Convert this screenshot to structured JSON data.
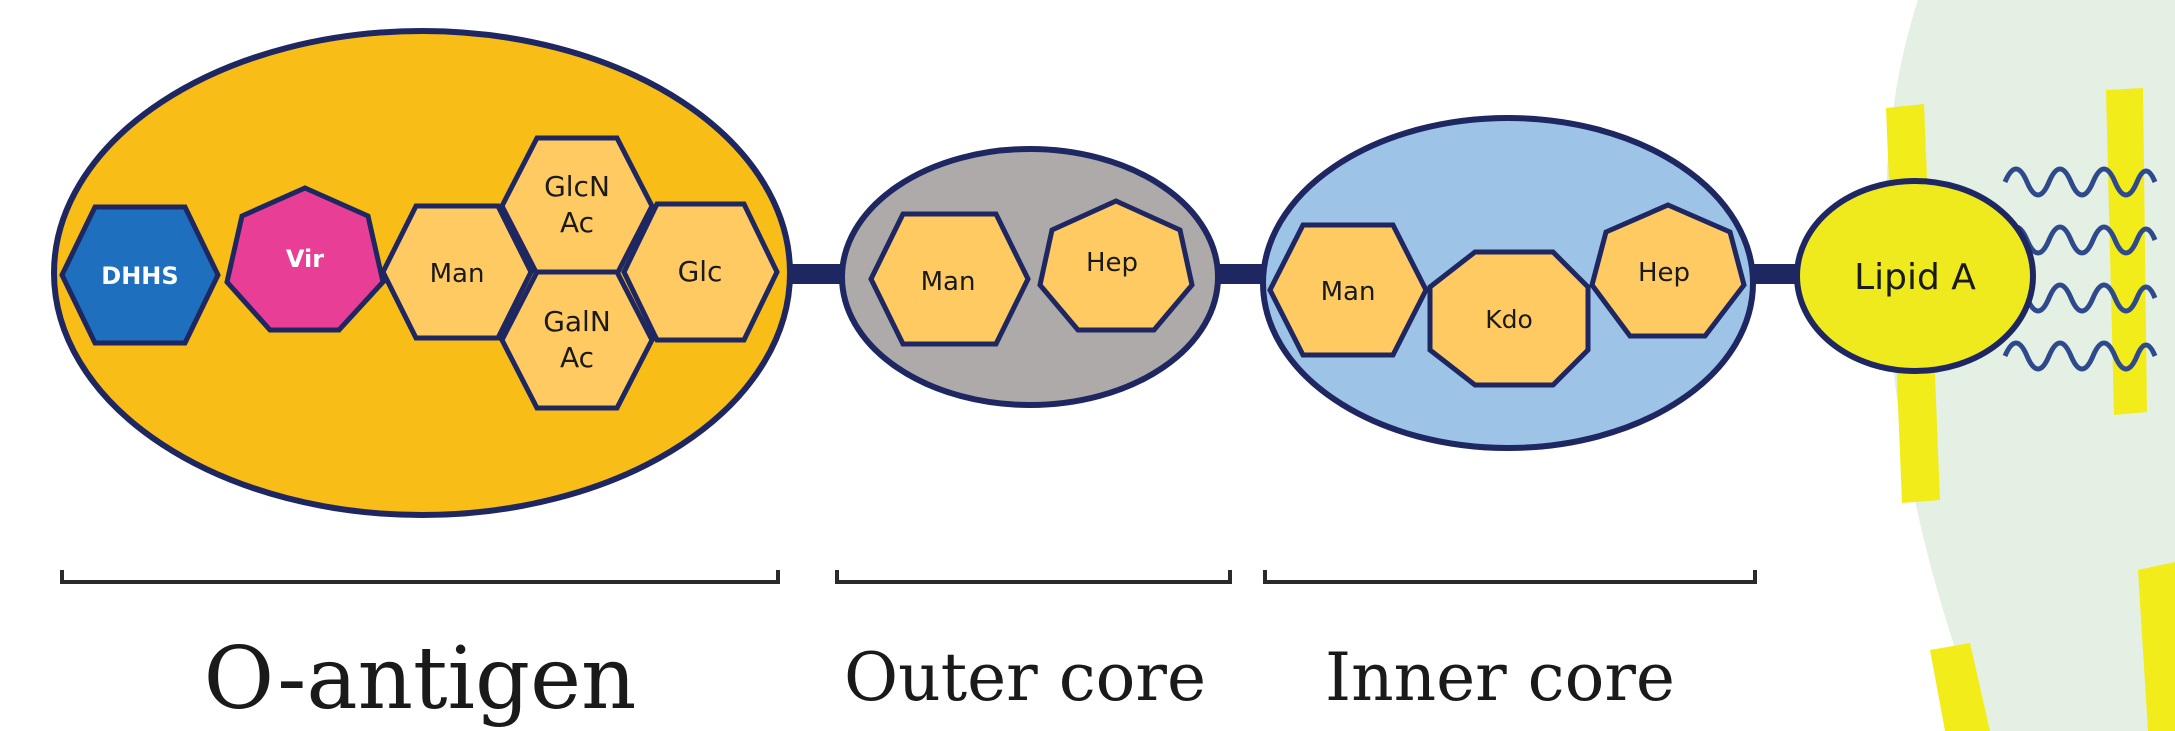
{
  "regions": {
    "o_antigen": {
      "caption": "O-antigen",
      "sugars": [
        "DHHS",
        "Vir",
        "Man",
        "GlcN\nAc",
        "GalN\nAc",
        "Glc"
      ]
    },
    "outer_core": {
      "caption": "Outer core",
      "sugars": [
        "Man",
        "Hep"
      ]
    },
    "inner_core": {
      "caption": "Inner core",
      "sugars": [
        "Man",
        "Kdo",
        "Hep"
      ]
    },
    "lipid_a": {
      "label": "Lipid A"
    }
  },
  "colors": {
    "o_antigen_fill": "#f8bd16",
    "outer_core_fill": "#aeaaaa",
    "inner_core_fill": "#9dc3e6",
    "lipid_a_fill": "#eeea1e",
    "sugar_fill": "#ffca62",
    "dhhs_fill": "#1f6fbf",
    "vir_fill": "#e83e96",
    "outline": "#1e2761",
    "membrane_bg": "#e3f0e3",
    "membrane_dash": "#f2ec1b",
    "tail_stroke": "#2e4a8c"
  }
}
